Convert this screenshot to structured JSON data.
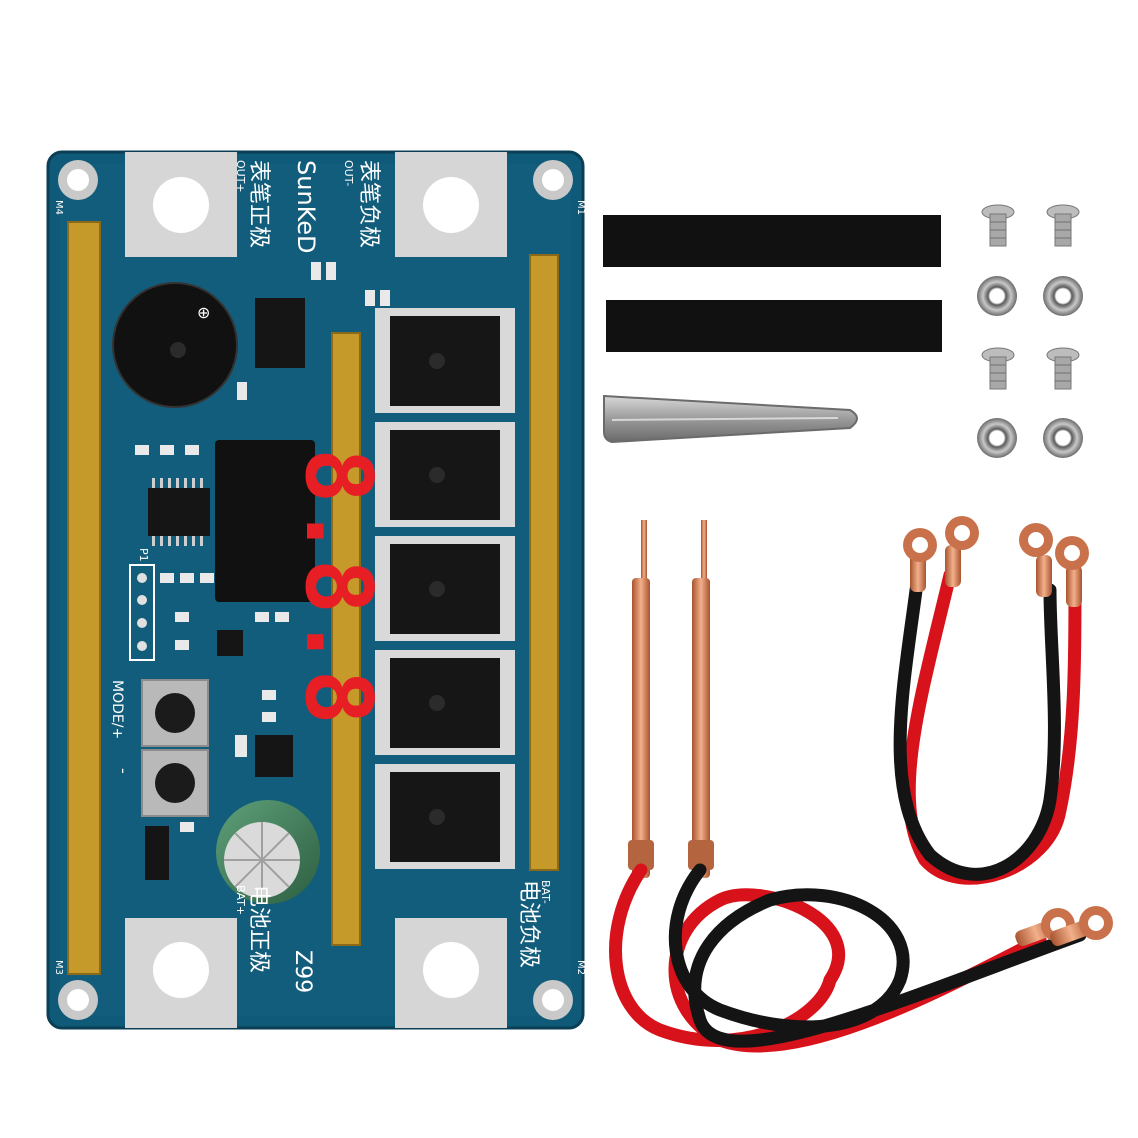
{
  "product": {
    "silkscreen": {
      "brand": "SunKeD",
      "model": "Z99",
      "out_minus_cn": "表笔负极",
      "out_minus": "OUT-",
      "out_plus_cn": "表笔正极",
      "out_plus": "OUT+",
      "bat_plus_cn": "电池正极",
      "bat_plus": "BAT+",
      "bat_minus_cn": "电池负极",
      "bat_minus": "BAT-",
      "mode_button": "MODE/+",
      "minus_button": "-",
      "header_label": "P1",
      "corner_m1": "M1",
      "corner_m2": "M2",
      "corner_m3": "M3",
      "corner_m4": "M4"
    },
    "display": {
      "digits": "8.8.8"
    },
    "colors": {
      "board": "#0f5a78",
      "board_light": "#1b6f8e",
      "copper_bar": "#c59a2a",
      "pad": "#d6d6d6",
      "red_wire": "#d8121b",
      "black_wire": "#141414",
      "copper": "#c9714a",
      "capacitor": "#3f7f5a"
    },
    "accessories": {
      "insulating_strips": 2,
      "clip": 1,
      "screws": 4,
      "nuts": 4,
      "welding_pens": 2,
      "cable_pairs": 2
    }
  }
}
